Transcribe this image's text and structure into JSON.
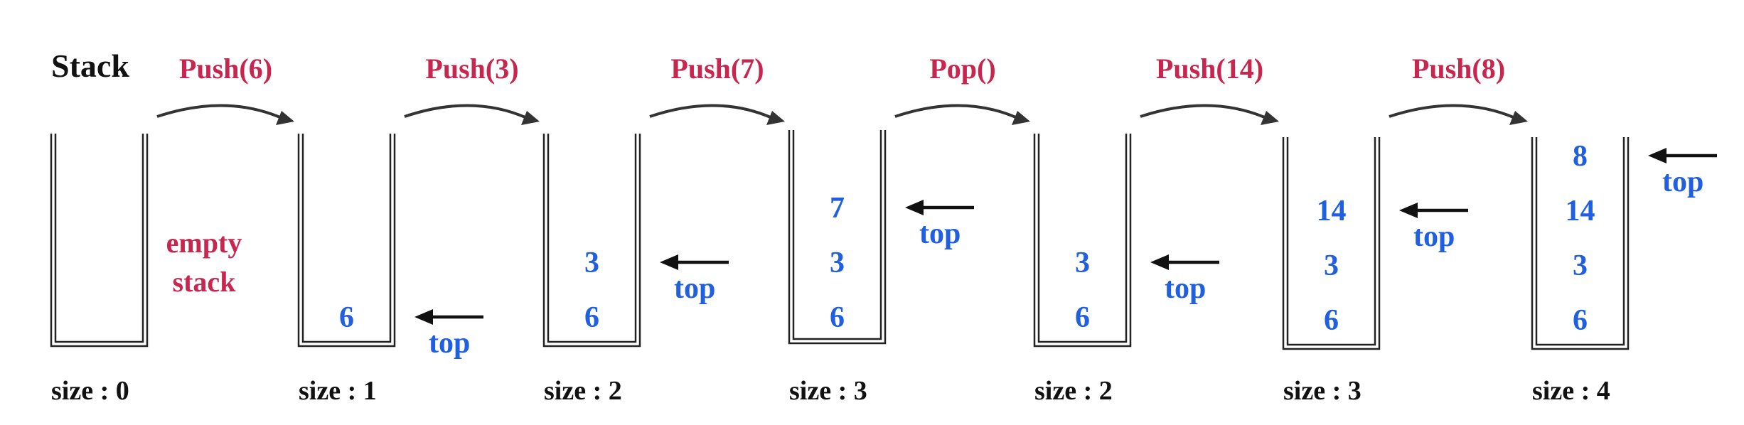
{
  "title": "Stack",
  "operations": [
    "Push(6)",
    "Push(3)",
    "Push(7)",
    "Pop()",
    "Push(14)",
    "Push(8)"
  ],
  "empty_label": [
    "empty",
    "stack"
  ],
  "top_label": "top",
  "stacks": [
    {
      "size_label": "size : 0",
      "values": []
    },
    {
      "size_label": "size : 1",
      "values": [
        "6"
      ]
    },
    {
      "size_label": "size : 2",
      "values": [
        "6",
        "3"
      ]
    },
    {
      "size_label": "size : 3",
      "values": [
        "6",
        "3",
        "7"
      ]
    },
    {
      "size_label": "size : 2",
      "values": [
        "6",
        "3"
      ]
    },
    {
      "size_label": "size : 3",
      "values": [
        "6",
        "3",
        "14"
      ]
    },
    {
      "size_label": "size : 4",
      "values": [
        "6",
        "3",
        "14",
        "8"
      ]
    }
  ],
  "colors": {
    "operation": "#c7264e",
    "value": "#1f5fe0",
    "text": "#111111"
  }
}
